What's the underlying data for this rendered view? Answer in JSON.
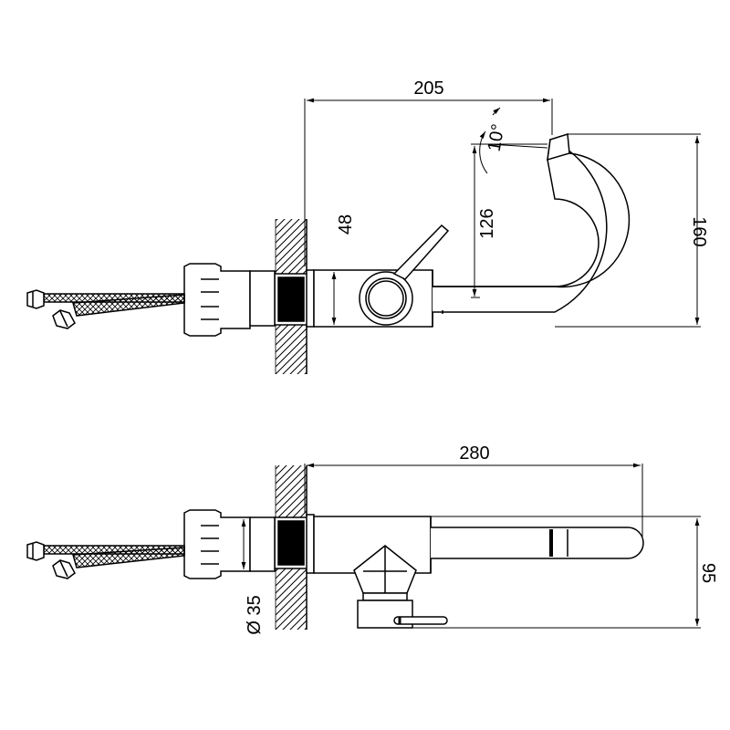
{
  "diagram": {
    "dimensions": {
      "side_width": "205",
      "spout_angle": "10°",
      "outlet_height": "126",
      "body_height": "48",
      "total_height": "160",
      "top_length": "280",
      "top_depth": "95",
      "thread_diameter": "Ø 35"
    }
  }
}
